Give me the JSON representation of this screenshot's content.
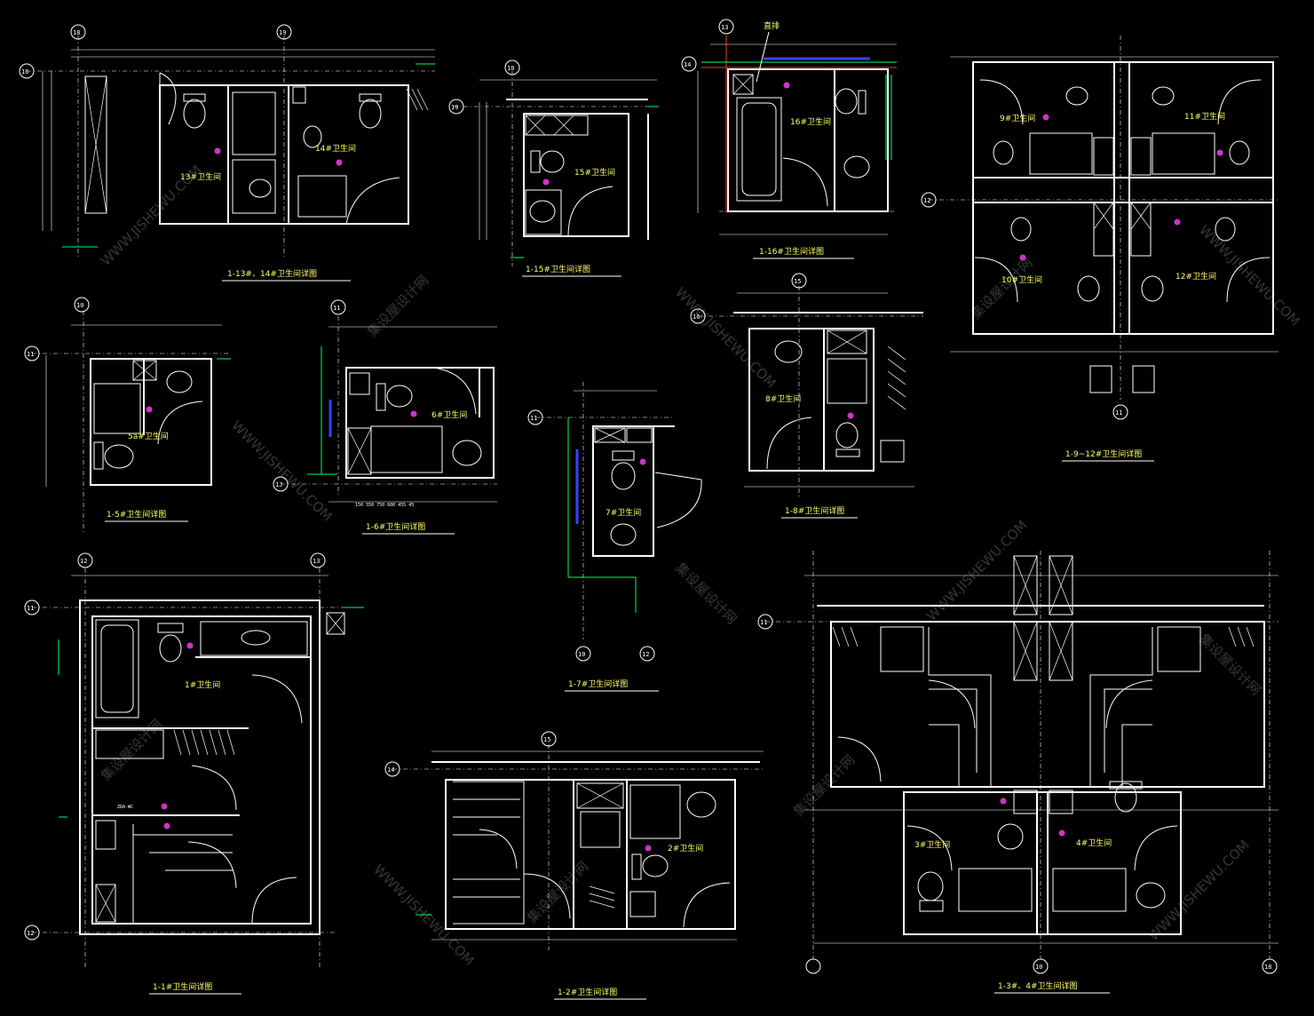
{
  "colors": {
    "background": "#000000",
    "line": "#ffffff",
    "caption": "#ffff66",
    "marker": "#cc33cc",
    "accent_green": "#00ff66",
    "accent_blue": "#3344ff",
    "accent_red": "#ff3333"
  },
  "watermark": {
    "text_latin": "WWW.JISHEWU.COM",
    "text_cn": "集设屋设计网"
  },
  "drawings": [
    {
      "id": "d13",
      "caption": "1-13#、14#卫生间详图",
      "rooms": [
        "13#卫生间",
        "14#卫生间"
      ],
      "axes": [
        "18",
        "19",
        "16"
      ]
    },
    {
      "id": "d15",
      "caption": "1-15#卫生间详图",
      "rooms": [
        "15#卫生间"
      ],
      "axes": [
        "10",
        "19"
      ]
    },
    {
      "id": "d16",
      "caption": "1-16#卫生间详图",
      "rooms": [
        "16#卫生间"
      ],
      "axes": [
        "13",
        "14"
      ],
      "note": "直排"
    },
    {
      "id": "d912",
      "caption": "1-9~12#卫生间详图",
      "rooms": [
        "9#卫生间",
        "10#卫生间",
        "11#卫生间",
        "12#卫生间"
      ],
      "axes": [
        "11",
        "12"
      ]
    },
    {
      "id": "d5",
      "caption": "1-5#卫生间详图",
      "rooms": [
        "5a#卫生间"
      ],
      "axes": [
        "10",
        "11"
      ]
    },
    {
      "id": "d6",
      "caption": "1-6#卫生间详图",
      "rooms": [
        "6#卫生间"
      ],
      "axes": [
        "11",
        "1J"
      ]
    },
    {
      "id": "d8",
      "caption": "1-8#卫生间详图",
      "rooms": [
        "8#卫生间"
      ],
      "axes": [
        "15",
        "16"
      ]
    },
    {
      "id": "d7",
      "caption": "1-7#卫生间详图",
      "rooms": [
        "7#卫生间"
      ],
      "axes": [
        "11",
        "12",
        "10"
      ]
    },
    {
      "id": "d1",
      "caption": "1-1#卫生间详图",
      "rooms": [
        "1#卫生间"
      ],
      "axes": [
        "12",
        "13",
        "11",
        "12"
      ],
      "note": "ZDA-WC"
    },
    {
      "id": "d2",
      "caption": "1-2#卫生间详图",
      "rooms": [
        "2#卫生间"
      ],
      "axes": [
        "15",
        "14"
      ]
    },
    {
      "id": "d34",
      "caption": "1-3#、4#卫生间详图",
      "rooms": [
        "3#卫生间",
        "4#卫生间"
      ],
      "axes": [
        "11",
        "10",
        "18"
      ]
    }
  ]
}
